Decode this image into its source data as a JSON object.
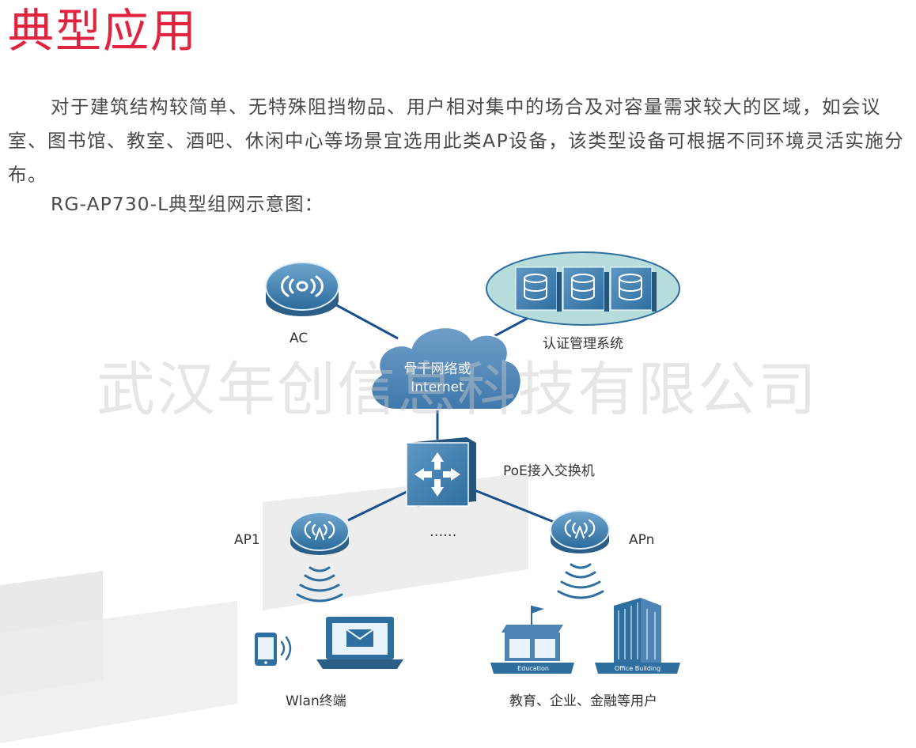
{
  "header": {
    "title": "典型应用"
  },
  "intro": {
    "paragraph": "对于建筑结构较简单、无特殊阻挡物品、用户相对集中的场合及对容量需求较大的区域，如会议室、图书馆、教室、酒吧、休闲中心等场景宜选用此类AP设备，该类型设备可根据不同环境灵活实施分布。",
    "caption": "RG-AP730-L典型组网示意图："
  },
  "diagram": {
    "ac_label": "AC",
    "auth_label": "认证管理系统",
    "cloud_line1": "骨干网络或",
    "cloud_line2": "Internet",
    "switch_label": "PoE接入交换机",
    "ap1_label": "AP1",
    "apn_label": "APn",
    "dots": "······",
    "wlan_label": "Wlan终端",
    "users_label": "教育、企业、金融等用户",
    "education_tag": "Education",
    "office_tag": "Office Building",
    "watermark": "武汉年创信息科技有限公司"
  },
  "colors": {
    "title": "#e0243f",
    "device_blue": "#2f6f9f",
    "link_blue": "#1c4f8f",
    "oval_fill": "#b7dcdc"
  }
}
